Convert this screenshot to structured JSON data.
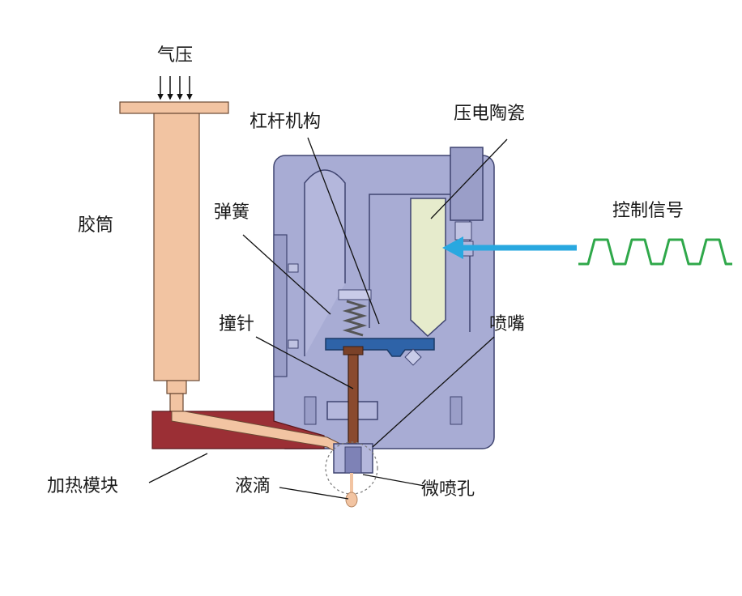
{
  "labels": {
    "air_pressure": "气压",
    "syringe": "胶筒",
    "lever": "杠杆机构",
    "piezo": "压电陶瓷",
    "control_signal": "控制信号",
    "spring": "弹簧",
    "needle": "撞针",
    "nozzle": "喷嘴",
    "heating_block": "加热模块",
    "droplet": "液滴",
    "micro_orifice": "微喷孔"
  },
  "colors": {
    "body": "#a8acd4",
    "body_stroke": "#3f4470",
    "syringe": "#f2c4a2",
    "heater": "#9b2f35",
    "lever_bar": "#2e63a8",
    "needle": "#7a4128",
    "piezo": "#e6ebcc",
    "arrow": "#29a8e0",
    "signal": "#2fa84a"
  }
}
